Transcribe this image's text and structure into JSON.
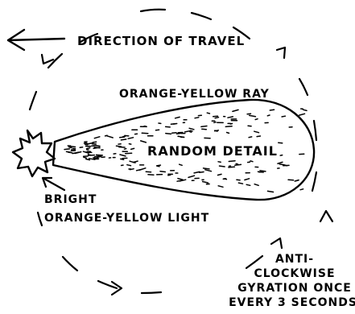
{
  "labels": {
    "direction": "DIRECTION OF TRAVEL",
    "ray": "ORANGE-YELLOW RAY",
    "detail": "RANDOM DETAIL",
    "light_line1": "BRIGHT",
    "light_line2": "ORANGE-YELLOW LIGHT",
    "gyration_line1": "ANTI-",
    "gyration_line2": "CLOCKWISE",
    "gyration_line3": "GYRATION ONCE",
    "gyration_line4": "EVERY 3 SECONDS"
  },
  "style": {
    "ink": "#000000",
    "background": "#ffffff"
  }
}
